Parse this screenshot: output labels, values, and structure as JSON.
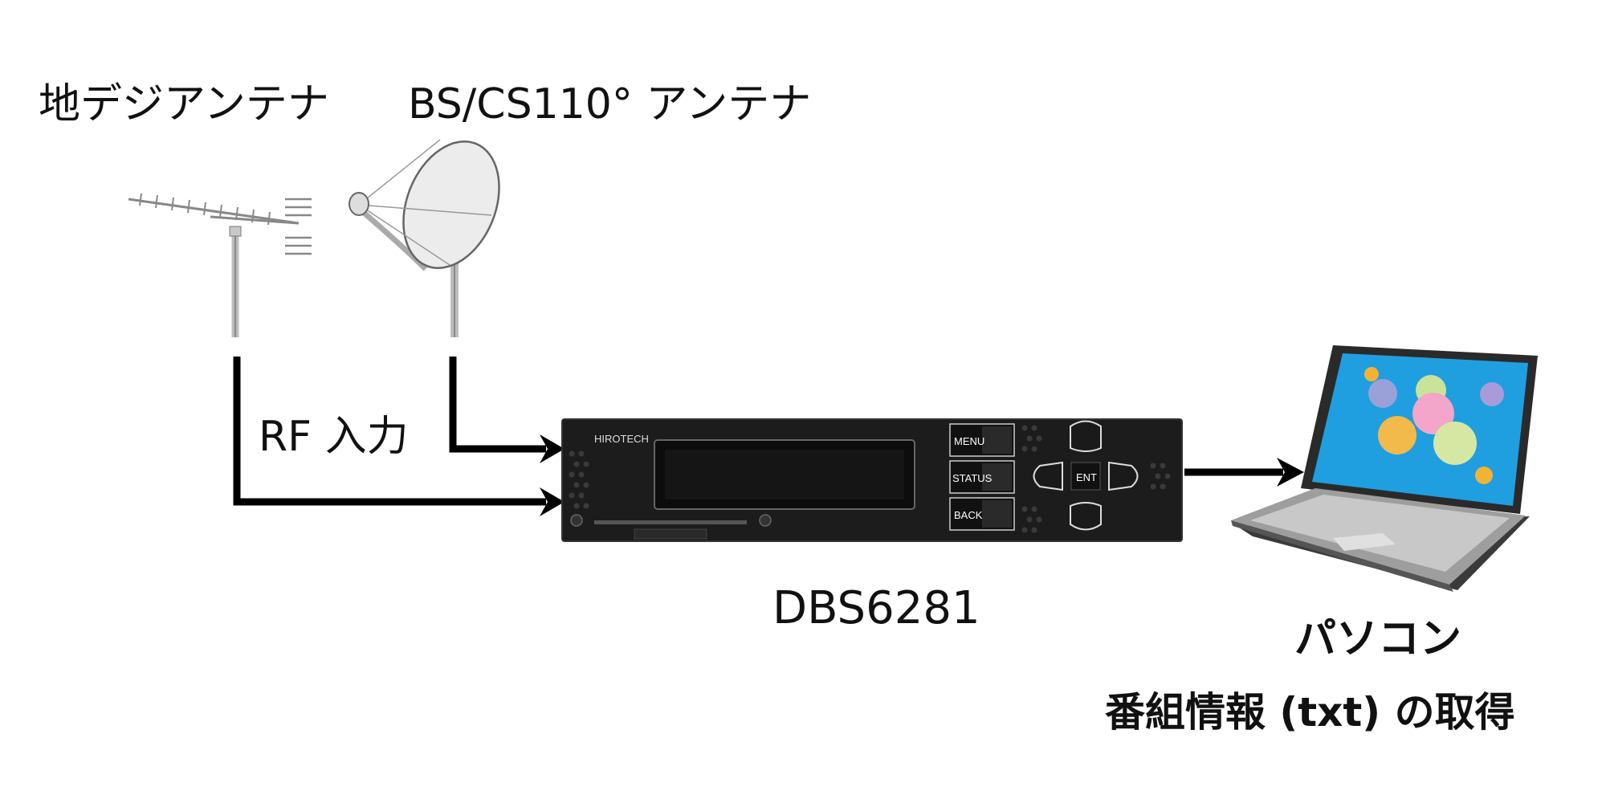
{
  "labels": {
    "terrestrial_antenna": "地デジアンテナ",
    "bs_cs_antenna": "BS/CS110° アンテナ",
    "rf_input": "RF 入力",
    "device_model": "DBS6281",
    "pc": "パソコン",
    "program_info": "番組情報 (txt) の取得"
  },
  "device": {
    "brand": "HIROTECH",
    "buttons": {
      "menu": "MENU",
      "status": "STATUS",
      "back": "BACK",
      "enter": "ENT"
    }
  },
  "colors": {
    "line": "#000000",
    "device_body": "#1c1c1c",
    "laptop_screen": "#2aa7e0"
  },
  "icons": {
    "terrestrial": "yagi-antenna-icon",
    "satellite": "satellite-dish-icon",
    "pc": "laptop-icon"
  }
}
